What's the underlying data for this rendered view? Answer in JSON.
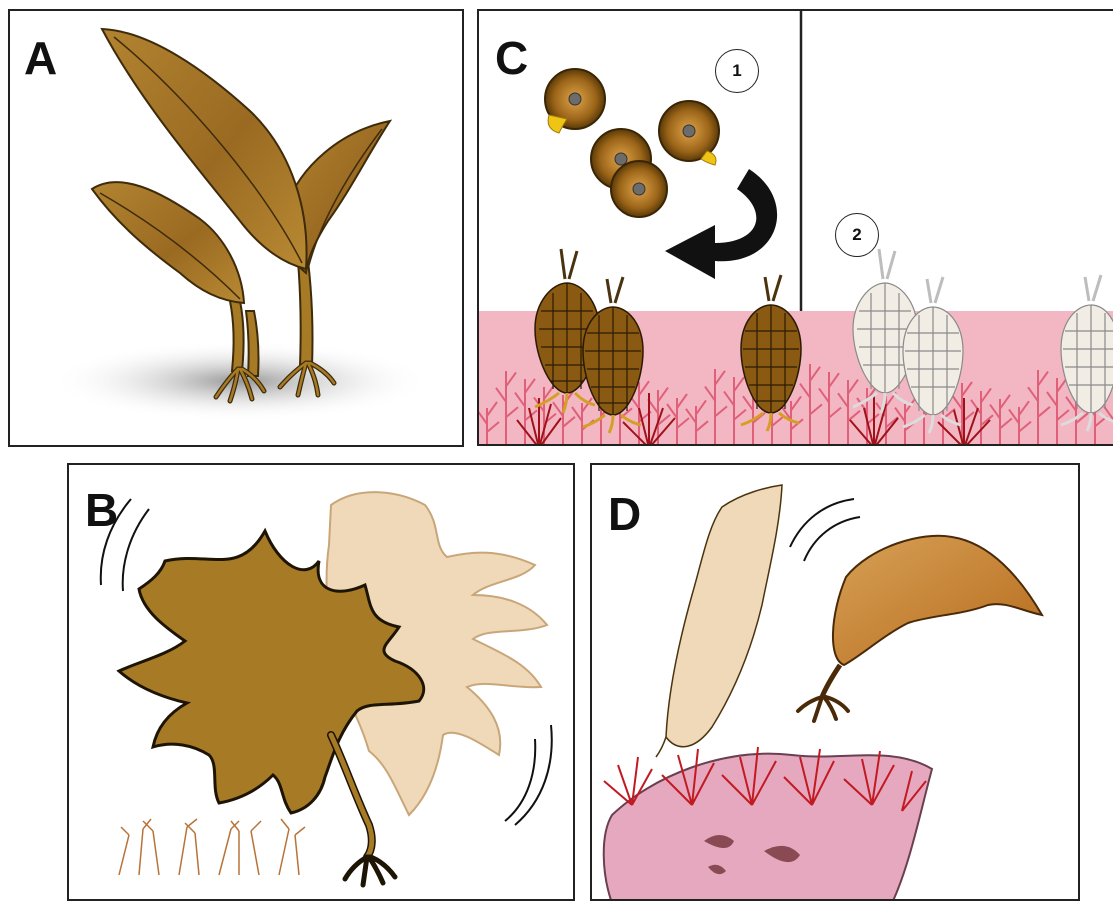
{
  "figure": {
    "panels": [
      {
        "id": "A",
        "label": "A"
      },
      {
        "id": "B",
        "label": "B"
      },
      {
        "id": "C",
        "label": "C",
        "steps": [
          "1",
          "2"
        ]
      },
      {
        "id": "D",
        "label": "D"
      }
    ]
  },
  "colors": {
    "kelp_brown": "#a77b26",
    "kelp_dark": "#4a3410",
    "kelp_light": "#efd9b8",
    "grazer_brown": "#8a5a12",
    "coralline_pink": "#e0607a",
    "red_algae": "#b2161c",
    "rock_pink": "#e6a8bf",
    "panel_border": "#222222"
  }
}
